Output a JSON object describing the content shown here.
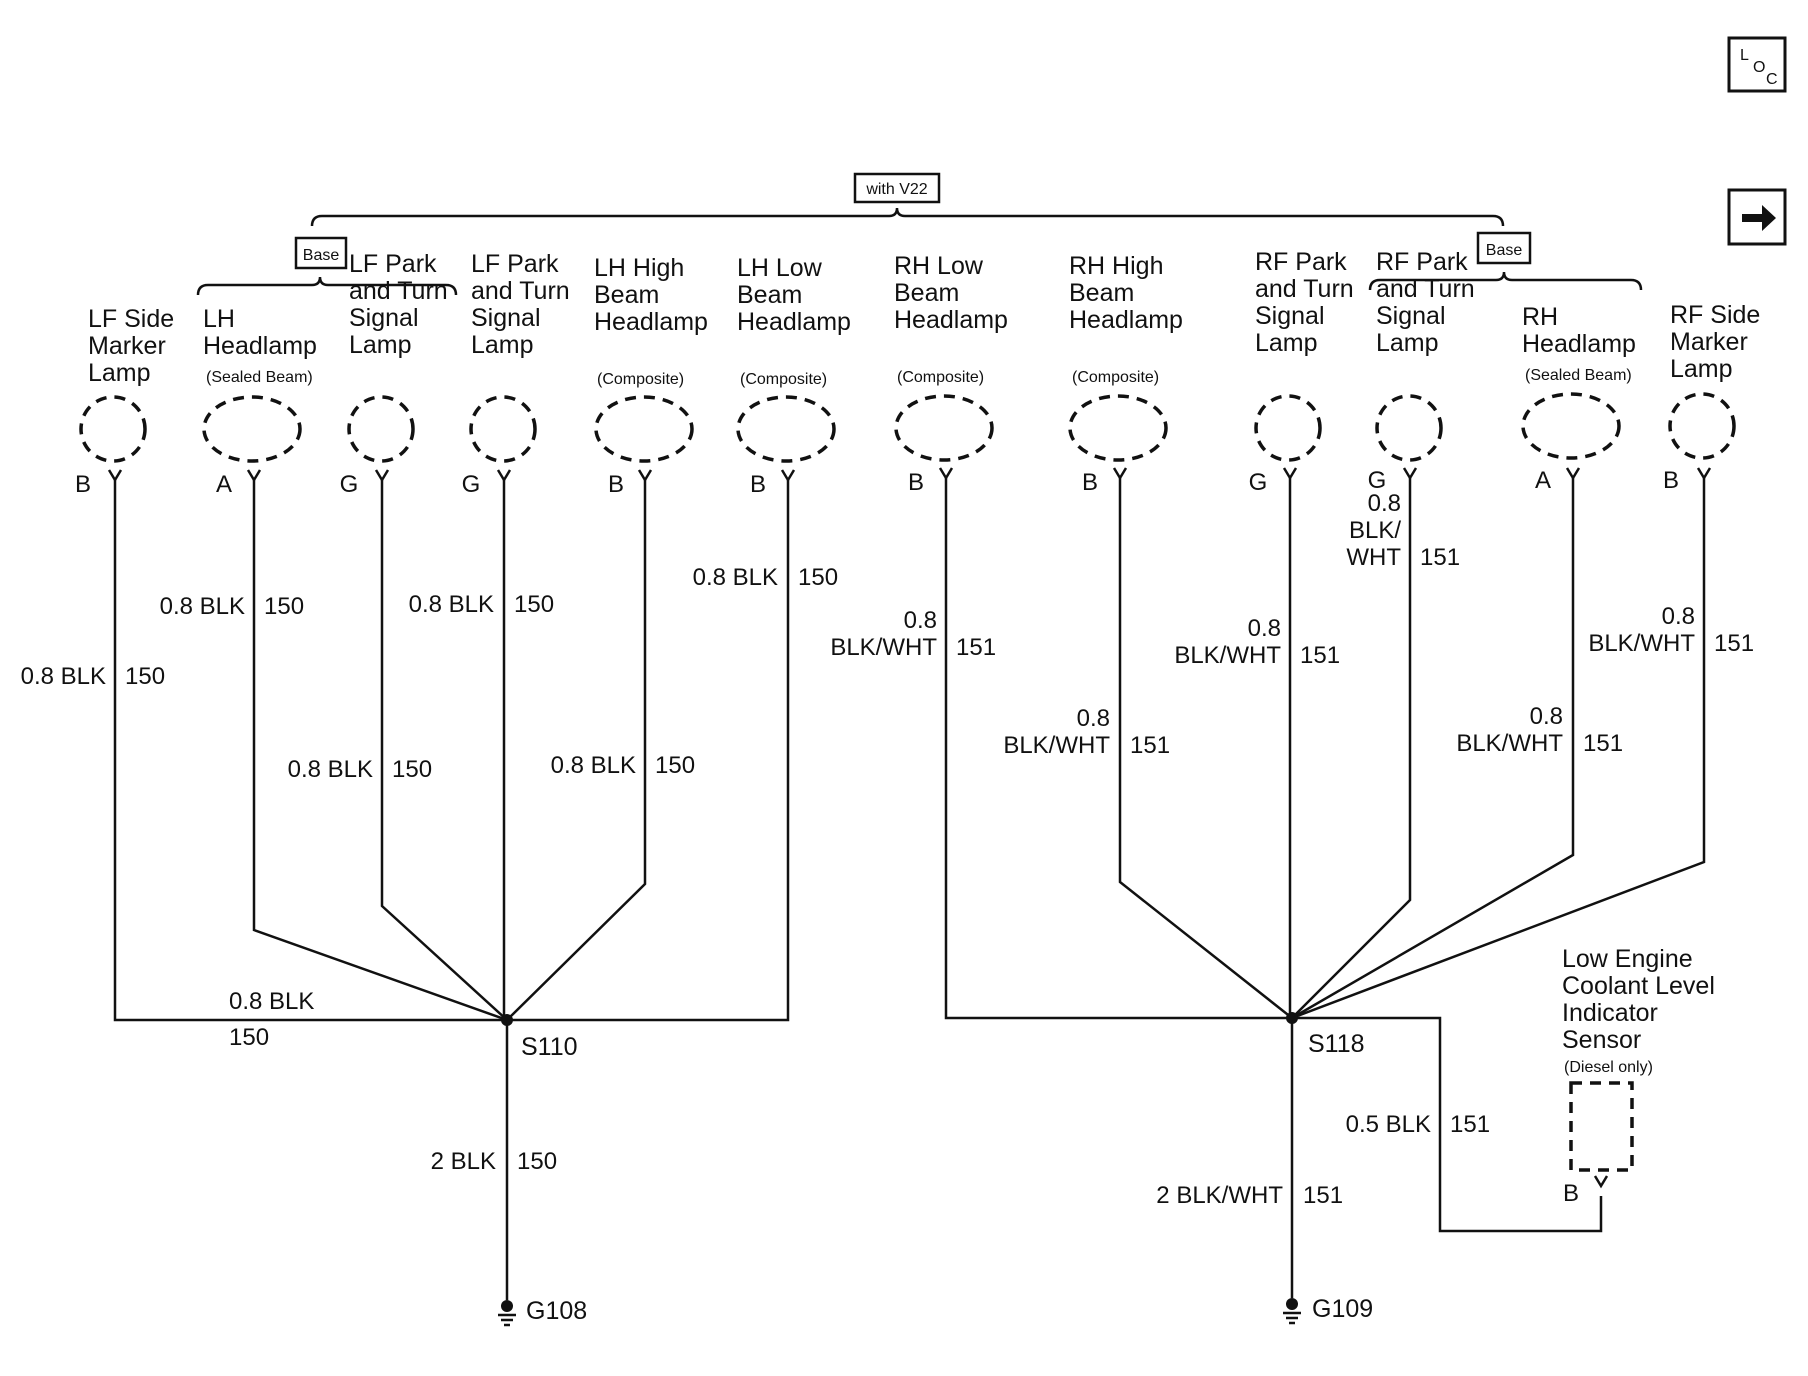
{
  "icons": {
    "loc": "loc-icon",
    "next": "arrow-right-icon",
    "ground": "ground-icon"
  },
  "options": {
    "with_v22": "with V22",
    "base_left": "Base",
    "base_right": "Base"
  },
  "loc_label": {
    "l": "L",
    "o": "O",
    "c": "C"
  },
  "components": [
    {
      "id": "lf-side-marker",
      "lines": [
        "LF Side",
        "Marker",
        "Lamp"
      ],
      "sub": "",
      "pin": "B"
    },
    {
      "id": "lh-headlamp-sealed",
      "lines": [
        "LH",
        "Headlamp"
      ],
      "sub": "(Sealed Beam)",
      "pin": "A"
    },
    {
      "id": "lf-park-turn-base",
      "lines": [
        "LF Park",
        "and Turn",
        "Signal",
        "Lamp"
      ],
      "sub": "",
      "pin": "G"
    },
    {
      "id": "lf-park-turn",
      "lines": [
        "LF Park",
        "and Turn",
        "Signal",
        "Lamp"
      ],
      "sub": "",
      "pin": "G"
    },
    {
      "id": "lh-high-beam",
      "lines": [
        "LH High",
        "Beam",
        "Headlamp"
      ],
      "sub": "(Composite)",
      "pin": "B"
    },
    {
      "id": "lh-low-beam",
      "lines": [
        "LH Low",
        "Beam",
        "Headlamp"
      ],
      "sub": "(Composite)",
      "pin": "B"
    },
    {
      "id": "rh-low-beam",
      "lines": [
        "RH Low",
        "Beam",
        "Headlamp"
      ],
      "sub": "(Composite)",
      "pin": "B"
    },
    {
      "id": "rh-high-beam",
      "lines": [
        "RH High",
        "Beam",
        "Headlamp"
      ],
      "sub": "(Composite)",
      "pin": "B"
    },
    {
      "id": "rf-park-turn",
      "lines": [
        "RF Park",
        "and Turn",
        "Signal",
        "Lamp"
      ],
      "sub": "",
      "pin": "G"
    },
    {
      "id": "rf-park-turn-base",
      "lines": [
        "RF Park",
        "and Turn",
        "Signal",
        "Lamp"
      ],
      "sub": "",
      "pin": "G"
    },
    {
      "id": "rh-headlamp-sealed",
      "lines": [
        "RH",
        "Headlamp"
      ],
      "sub": "(Sealed Beam)",
      "pin": "A"
    },
    {
      "id": "rf-side-marker",
      "lines": [
        "RF Side",
        "Marker",
        "Lamp"
      ],
      "sub": "",
      "pin": "B"
    }
  ],
  "sensor": {
    "lines": [
      "Low Engine",
      "Coolant Level",
      "Indicator",
      "Sensor"
    ],
    "sub": "(Diesel only)",
    "pin": "B"
  },
  "wires": [
    {
      "id": "lf-side-marker",
      "lines": [
        "0.8 BLK"
      ],
      "circuit": "150"
    },
    {
      "id": "lh-headlamp-sealed",
      "lines": [
        "0.8 BLK"
      ],
      "circuit": "150"
    },
    {
      "id": "lf-park-turn-base",
      "lines": [
        "0.8 BLK"
      ],
      "circuit": "150"
    },
    {
      "id": "lf-park-turn",
      "lines": [
        "0.8 BLK"
      ],
      "circuit": "150"
    },
    {
      "id": "lh-high-beam",
      "lines": [
        "0.8 BLK"
      ],
      "circuit": "150"
    },
    {
      "id": "lh-low-beam",
      "lines": [
        "0.8 BLK"
      ],
      "circuit": "150"
    },
    {
      "id": "rh-low-beam",
      "lines": [
        "0.8",
        "BLK/WHT"
      ],
      "circuit": "151"
    },
    {
      "id": "rh-high-beam",
      "lines": [
        "0.8",
        "BLK/WHT"
      ],
      "circuit": "151"
    },
    {
      "id": "rf-park-turn",
      "lines": [
        "0.8",
        "BLK/WHT"
      ],
      "circuit": "151"
    },
    {
      "id": "rf-park-turn-base",
      "lines": [
        "0.8",
        "BLK/",
        "WHT"
      ],
      "circuit": "151"
    },
    {
      "id": "rh-headlamp-sealed",
      "lines": [
        "0.8",
        "BLK/WHT"
      ],
      "circuit": "151"
    },
    {
      "id": "rf-side-marker",
      "lines": [
        "0.8",
        "BLK/WHT"
      ],
      "circuit": "151"
    },
    {
      "id": "lf-bus",
      "lines": [
        "0.8 BLK"
      ],
      "circuit": "150"
    },
    {
      "id": "g108-feed",
      "lines": [
        "2 BLK"
      ],
      "circuit": "150"
    },
    {
      "id": "g109-feed",
      "lines": [
        "2 BLK/WHT"
      ],
      "circuit": "151"
    },
    {
      "id": "sensor-feed",
      "lines": [
        "0.5 BLK"
      ],
      "circuit": "151"
    }
  ],
  "splices": {
    "left": "S110",
    "right": "S118"
  },
  "grounds": {
    "left": "G108",
    "right": "G109"
  }
}
